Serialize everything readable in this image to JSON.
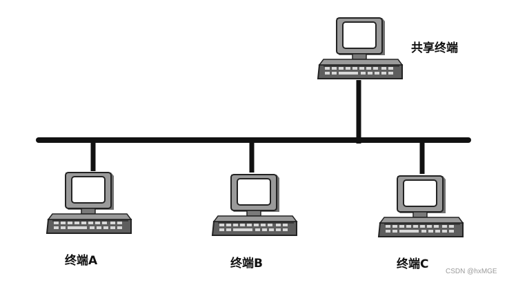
{
  "diagram": {
    "terminals": [
      {
        "id": "shared",
        "label": "共享终端"
      },
      {
        "id": "a",
        "label": "终端A"
      },
      {
        "id": "b",
        "label": "终端B"
      },
      {
        "id": "c",
        "label": "终端C"
      }
    ],
    "topology": "bus"
  },
  "watermark": "CSDN @hxMGE",
  "colors": {
    "line": "#111111",
    "screen": "#ffffff",
    "body": "#8c8c8c",
    "background": "#ffffff"
  }
}
